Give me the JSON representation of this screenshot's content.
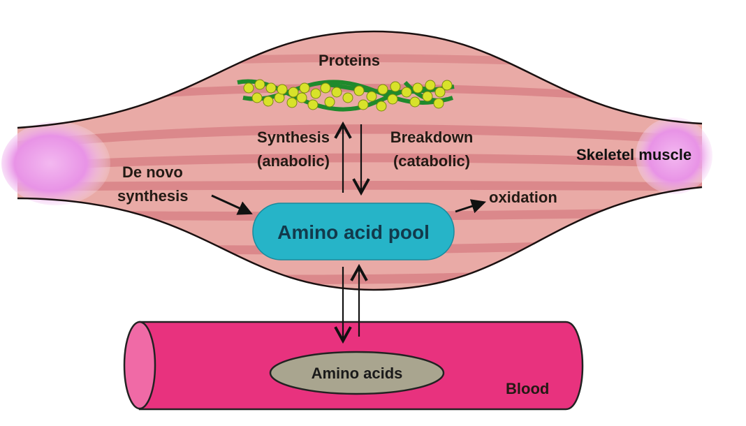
{
  "labels": {
    "proteins": "Proteins",
    "synthesis_line1": "Synthesis",
    "synthesis_line2": "(anabolic)",
    "breakdown_line1": "Breakdown",
    "breakdown_line2": "(catabolic)",
    "de_novo_line1": "De novo",
    "de_novo_line2": "synthesis",
    "oxidation": "oxidation",
    "skeletal_muscle": "Skeletel muscle",
    "amino_acid_pool": "Amino acid pool",
    "amino_acids": "Amino acids",
    "blood": "Blood"
  },
  "colors": {
    "muscle_fill": "#e9aaa6",
    "muscle_stripe": "#c9606a",
    "tendon": "#ea9ee8",
    "pool_fill": "#26b4c8",
    "pool_text": "#123a4c",
    "vessel_fill": "#e8327e",
    "vessel_end": "#f06aa6",
    "amino_acids_fill": "#a9a58f",
    "protein_strand": "#1f8a2c",
    "protein_bead": "#d8e22a",
    "arrow": "#111111"
  },
  "icons": {
    "proteins": "helical-protein-strand-icon",
    "muscle": "spindle-muscle-shape",
    "vessel": "blood-vessel-tube-shape"
  }
}
